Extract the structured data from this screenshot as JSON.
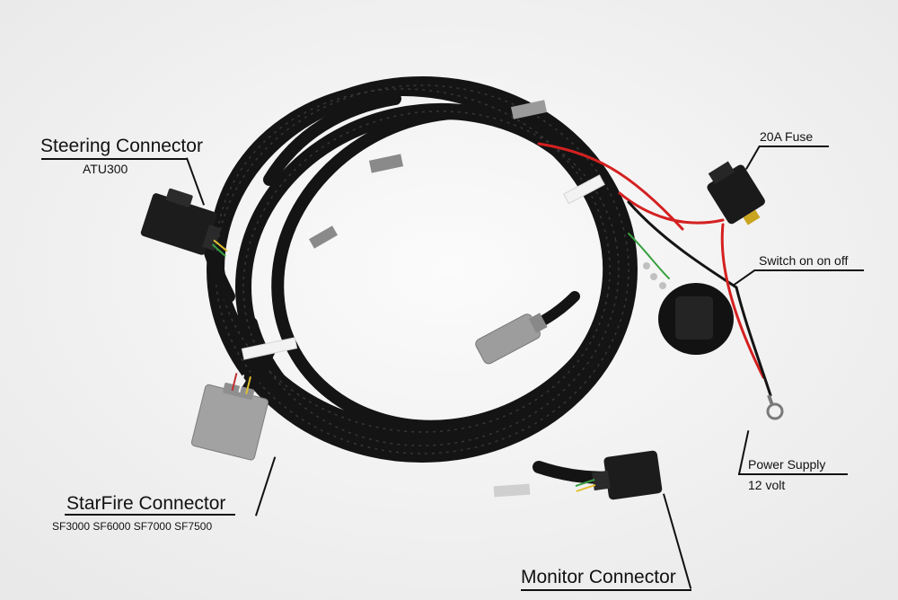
{
  "labels": {
    "steering": {
      "title": "Steering Connector",
      "subtitle": "ATU300"
    },
    "fuse": {
      "title": "20A Fuse"
    },
    "switch": {
      "title": "Switch on on off"
    },
    "power": {
      "title": "Power Supply",
      "subtitle": "12 volt"
    },
    "starfire": {
      "title": "StarFire Connector",
      "subtitle": "SF3000 SF6000 SF7000 SF7500"
    },
    "monitor": {
      "title": "Monitor Connector"
    }
  },
  "colors": {
    "background": "#f4f4f4",
    "cable": "#141414",
    "red_wire": "#d42020",
    "gray_connector": "#9a9a9a"
  }
}
